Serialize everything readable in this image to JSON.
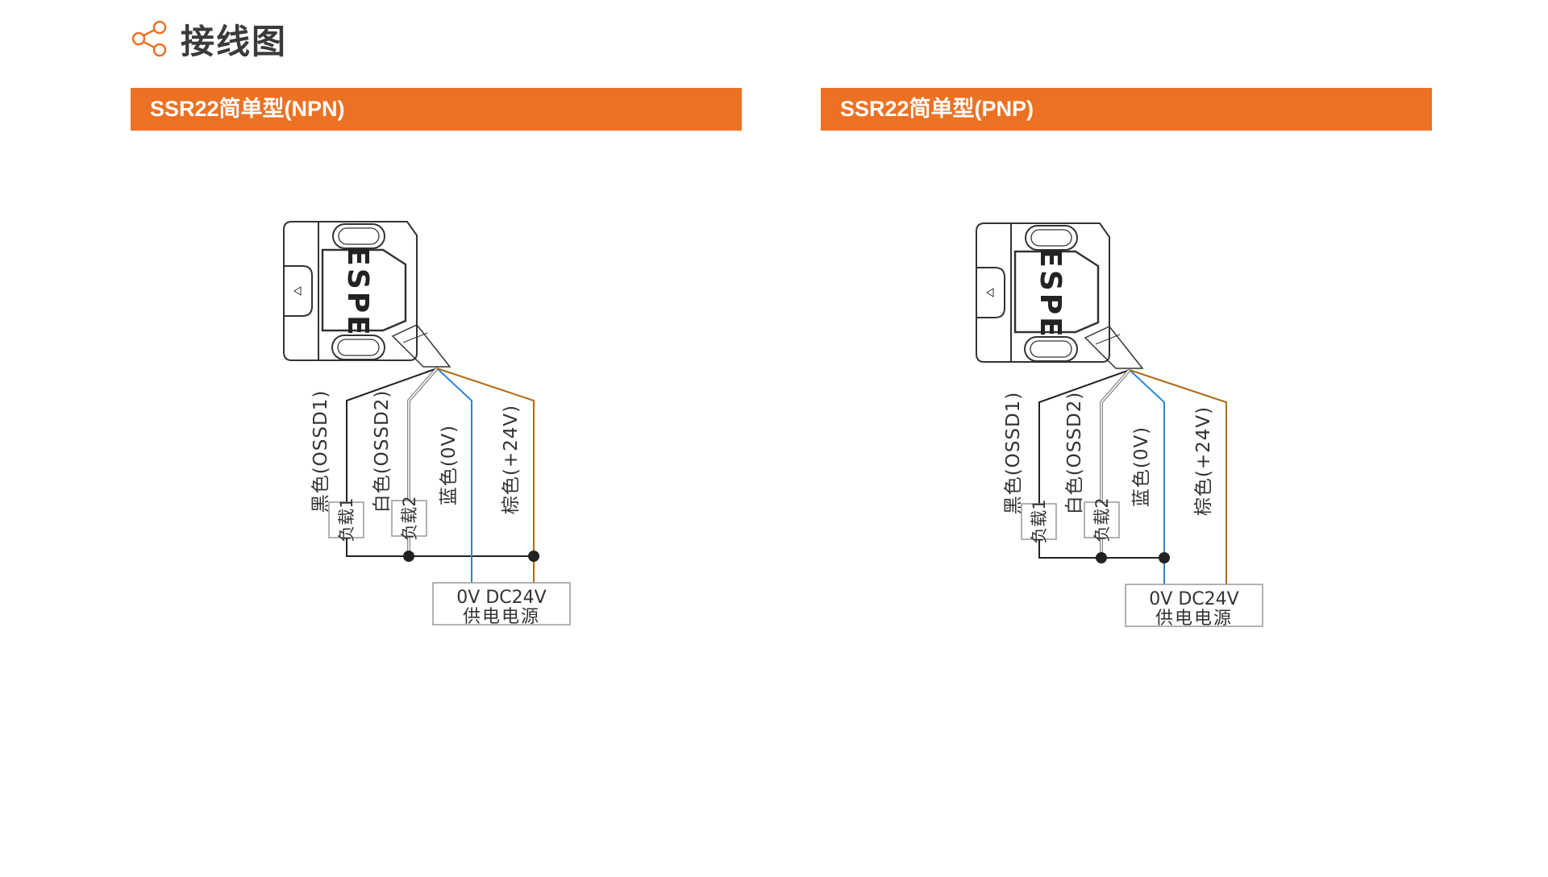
{
  "header": {
    "title": "接线图",
    "icon": "share-icon"
  },
  "colors": {
    "accent": "#ec7123",
    "black_wire": "#222222",
    "white_wire": "#888888",
    "blue_wire": "#2a86d1",
    "brown_wire": "#b06a12"
  },
  "diagrams": [
    {
      "title": "SSR22简单型(NPN)",
      "type": "npn",
      "device_label": "ESPE",
      "wires": [
        "黑色(OSSD1)",
        "白色(OSSD2)",
        "蓝色(0V)",
        "棕色(+24V)"
      ],
      "loads": [
        "负载1",
        "负载2"
      ],
      "power": {
        "line1": "0V   DC24V",
        "line2": "供电电源"
      }
    },
    {
      "title": "SSR22简单型(PNP)",
      "type": "pnp",
      "device_label": "ESPE",
      "wires": [
        "黑色(OSSD1)",
        "白色(OSSD2)",
        "蓝色(0V)",
        "棕色(+24V)"
      ],
      "loads": [
        "负载1",
        "负载2"
      ],
      "power": {
        "line1": "0V   DC24V",
        "line2": "供电电源"
      }
    }
  ]
}
